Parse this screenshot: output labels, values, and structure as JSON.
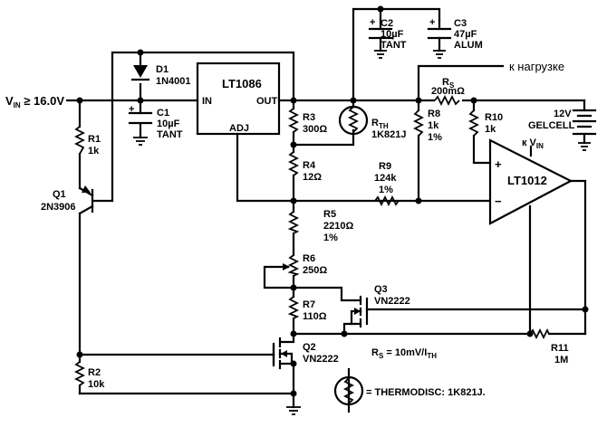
{
  "vin": {
    "label": "V",
    "sub": "IN",
    "value": " ≥ 16.0V"
  },
  "load_label": "к нагрузке",
  "regulator": {
    "name": "LT1086",
    "pin_in": "IN",
    "pin_out": "OUT",
    "pin_adj": "ADJ"
  },
  "opamp": {
    "name": "LT1012",
    "plus": "+",
    "minus": "−",
    "supply": "к V",
    "supply_sub": "IN"
  },
  "battery": {
    "voltage": "12V",
    "type": "GELCELL"
  },
  "components": {
    "d1": {
      "ref": "D1",
      "value": "1N4001"
    },
    "c1": {
      "ref": "C1",
      "value": "10µF",
      "type": "TANT"
    },
    "c2": {
      "ref": "C2",
      "value": "10µF",
      "type": "TANT"
    },
    "c3": {
      "ref": "C3",
      "value": "47µF",
      "type": "ALUM"
    },
    "r1": {
      "ref": "R1",
      "value": "1k"
    },
    "r2": {
      "ref": "R2",
      "value": "10k"
    },
    "r3": {
      "ref": "R3",
      "value": "300Ω"
    },
    "r4": {
      "ref": "R4",
      "value": "12Ω"
    },
    "r5": {
      "ref": "R5",
      "value": "2210Ω",
      "tol": "1%"
    },
    "r6": {
      "ref": "R6",
      "value": "250Ω"
    },
    "r7": {
      "ref": "R7",
      "value": "110Ω"
    },
    "r8": {
      "ref": "R8",
      "value": "1k",
      "tol": "1%"
    },
    "r9": {
      "ref": "R9",
      "value": "124k",
      "tol": "1%"
    },
    "r10": {
      "ref": "R10",
      "value": "1k"
    },
    "r11": {
      "ref": "R11",
      "value": "1M"
    },
    "rs": {
      "ref": "R",
      "sub": "S",
      "value": "200mΩ"
    },
    "rth": {
      "ref": "R",
      "sub": "TH",
      "value": "1K821J"
    },
    "q1": {
      "ref": "Q1",
      "value": "2N3906"
    },
    "q2": {
      "ref": "Q2",
      "value": "VN2222"
    },
    "q3": {
      "ref": "Q3",
      "value": "VN2222"
    }
  },
  "notes": {
    "rs_formula_a": "R",
    "rs_formula_sub1": "S",
    "rs_formula_b": " = 10mV/I",
    "rs_formula_sub2": "TH",
    "legend": "= THERMODISC: 1K821J."
  }
}
